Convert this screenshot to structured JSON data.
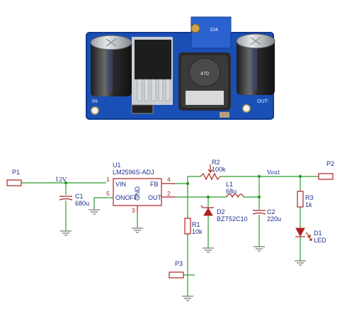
{
  "board": {
    "silk_in": "IN-",
    "silk_out": "OUT-",
    "inductor_marking": "470",
    "trimmer_marking": "104"
  },
  "schematic": {
    "p1": "P1",
    "p2": "P2",
    "p3": "P3",
    "net_12v": "12V",
    "net_vout": "Vout",
    "u1": {
      "ref": "U1",
      "value": "LM2596S-ADJ",
      "pin_vin": "VIN",
      "pin_onoff": "ONOFF",
      "pin_gnd": "GND",
      "pin_fb": "FB",
      "pin_out": "OUT",
      "num_vin": "1",
      "num_onoff": "5",
      "num_gnd": "3",
      "num_fb": "4",
      "num_out": "2"
    },
    "c1": {
      "ref": "C1",
      "value": "680u"
    },
    "r2": {
      "ref": "R2",
      "value": "100k"
    },
    "l1": {
      "ref": "L1",
      "value": "68u"
    },
    "d2": {
      "ref": "D2",
      "value": "BZT52C10"
    },
    "c2": {
      "ref": "C2",
      "value": "220u"
    },
    "r1": {
      "ref": "R1",
      "value": "10k"
    },
    "r3": {
      "ref": "R3",
      "value": "1k"
    },
    "d1": {
      "ref": "D1",
      "value": "LED"
    }
  },
  "colors": {
    "wire": "#2e9b2e",
    "component": "#b02020",
    "label": "#1b2f8a",
    "pcb": "#1a4fb5"
  }
}
